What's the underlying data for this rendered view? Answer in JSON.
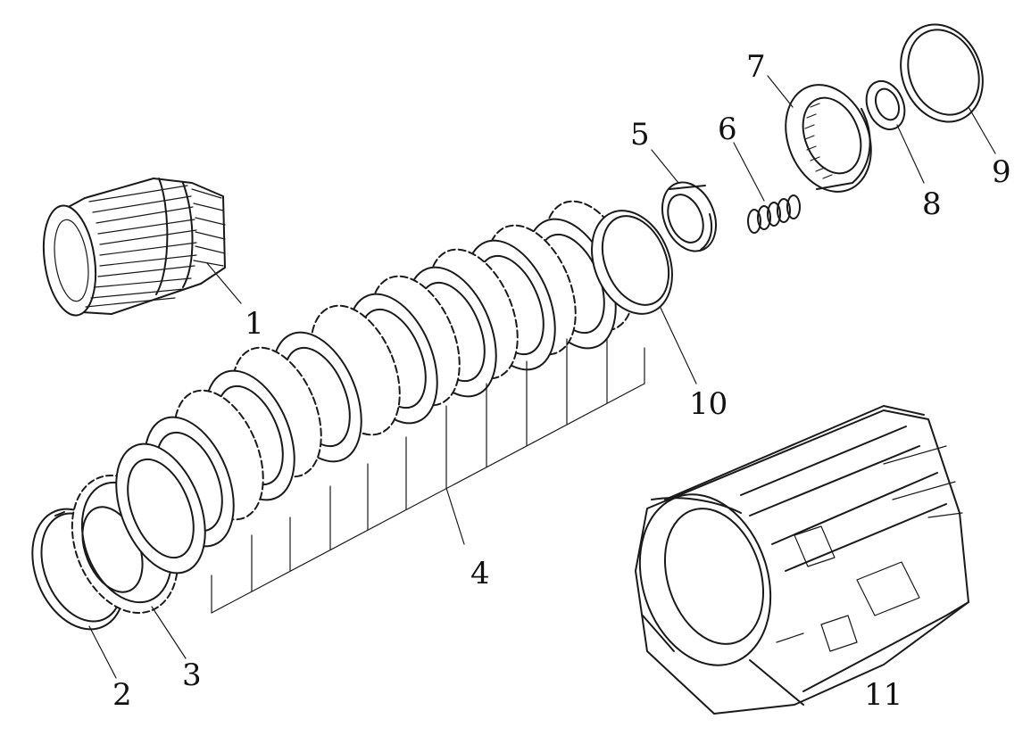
{
  "diagram": {
    "parts": [
      {
        "id": "clutch-hub",
        "label": "1"
      },
      {
        "id": "snap-ring",
        "label": "2"
      },
      {
        "id": "end-plate",
        "label": "3"
      },
      {
        "id": "clutch-pack",
        "label": "4"
      },
      {
        "id": "spring-retainer",
        "label": "5"
      },
      {
        "id": "return-spring",
        "label": "6"
      },
      {
        "id": "piston",
        "label": "7"
      },
      {
        "id": "inner-seal",
        "label": "8"
      },
      {
        "id": "outer-seal",
        "label": "9"
      },
      {
        "id": "wave-plate",
        "label": "10"
      },
      {
        "id": "transmission-case",
        "label": "11"
      }
    ]
  }
}
